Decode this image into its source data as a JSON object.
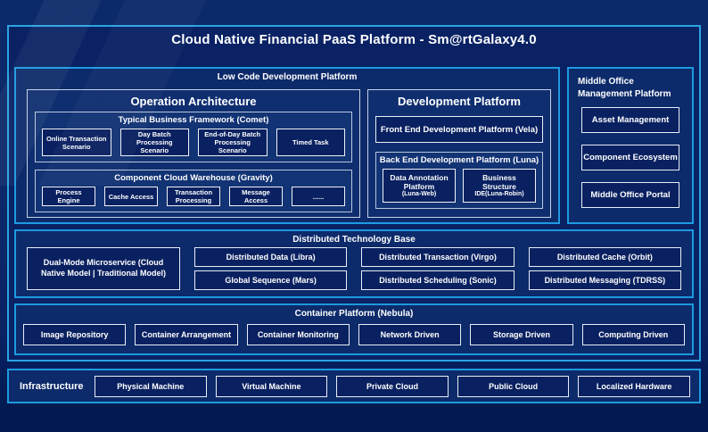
{
  "title": "Cloud Native Financial PaaS Platform - Sm@rtGalaxy4.0",
  "low_code": {
    "label": "Low Code Development Platform",
    "operation": {
      "title": "Operation Architecture",
      "typical": {
        "title": "Typical Business Framework (Comet)",
        "items": [
          "Online Transaction Scenario",
          "Day Batch Processing Scenario",
          "End-of-Day Batch Processing Scenario",
          "Timed Task"
        ]
      },
      "warehouse": {
        "title": "Component Cloud Warehouse (Gravity)",
        "items": [
          "Process Engine",
          "Cache Access",
          "Transaction Processing",
          "Message Access",
          "......"
        ]
      }
    },
    "development": {
      "title": "Development Platform",
      "front_end": "Front End Development Platform (Vela)",
      "back_end": {
        "title": "Back End Development Platform (Luna)",
        "items": [
          {
            "name": "Data Annotation Platform",
            "sub": "(Luna-Web)"
          },
          {
            "name": "Business Structure",
            "sub": "IDE(Luna-Robin)"
          }
        ]
      }
    }
  },
  "middle_office": {
    "label": "Middle Office Management Platform",
    "items": [
      "Asset Management",
      "Component Ecosystem",
      "Middle Office Portal"
    ]
  },
  "distributed": {
    "label": "Distributed Technology Base",
    "dual_mode": "Dual-Mode Microservice (Cloud Native Model | Traditional Model)",
    "grid": [
      [
        "Distributed Data (Libra)",
        "Global Sequence (Mars)"
      ],
      [
        "Distributed Transaction (Virgo)",
        "Distributed Scheduling (Sonic)"
      ],
      [
        "Distributed Cache (Orbit)",
        "Distributed Messaging (TDRSS)"
      ]
    ]
  },
  "container_platform": {
    "label": "Container Platform (Nebula)",
    "items": [
      "Image Repository",
      "Container Arrangement",
      "Container Monitoring",
      "Network Driven",
      "Storage Driven",
      "Computing Driven"
    ]
  },
  "infrastructure": {
    "label": "Infrastructure",
    "items": [
      "Physical Machine",
      "Virtual Machine",
      "Private Cloud",
      "Public Cloud",
      "Localized Hardware"
    ]
  },
  "colors": {
    "accent_border": "#1d9ae0",
    "frame_border": "#2ba4e3",
    "background": "#0b2767",
    "panel": "#0f2e70",
    "group": "#123374",
    "leaf": "#0a2161",
    "text": "#ffffff"
  }
}
